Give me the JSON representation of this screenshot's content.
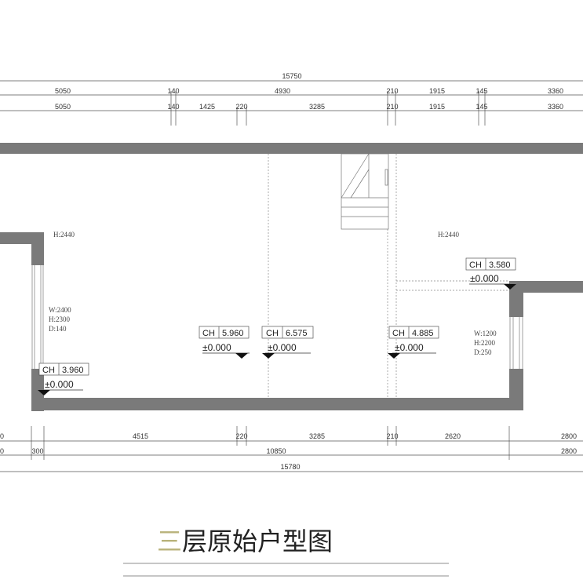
{
  "title": {
    "first_char": "三",
    "rest": "层原始户型图"
  },
  "colors": {
    "wall": "#7a7a7a",
    "title_accent": "#b8b27a",
    "line": "#555555"
  },
  "top_dimensions": {
    "total": "15750",
    "row1": [
      "5050",
      "140",
      "4930",
      "210",
      "1915",
      "145",
      "3360"
    ],
    "row2": [
      "5050",
      "140",
      "1425",
      "220",
      "3285",
      "210",
      "1915",
      "145",
      "3360"
    ]
  },
  "bottom_dimensions": {
    "row1": [
      "0",
      "4515",
      "220",
      "3285",
      "210",
      "2620",
      "2800"
    ],
    "row2": [
      "0",
      "300",
      "10850",
      "2800"
    ],
    "total": "15780"
  },
  "room_heights": {
    "left": "H:2440",
    "right": "H:2440"
  },
  "windows": {
    "left": [
      "W:2400",
      "H:2300",
      "D:140"
    ],
    "right": [
      "W:1200",
      "H:2200",
      "D:250"
    ]
  },
  "ceiling_markers": [
    {
      "label": "CH",
      "value": "3.960",
      "level": "±0.000"
    },
    {
      "label": "CH",
      "value": "5.960",
      "level": "±0.000"
    },
    {
      "label": "CH",
      "value": "6.575",
      "level": "±0.000"
    },
    {
      "label": "CH",
      "value": "4.885",
      "level": "±0.000"
    },
    {
      "label": "CH",
      "value": "3.580",
      "level": "±0.000"
    }
  ]
}
